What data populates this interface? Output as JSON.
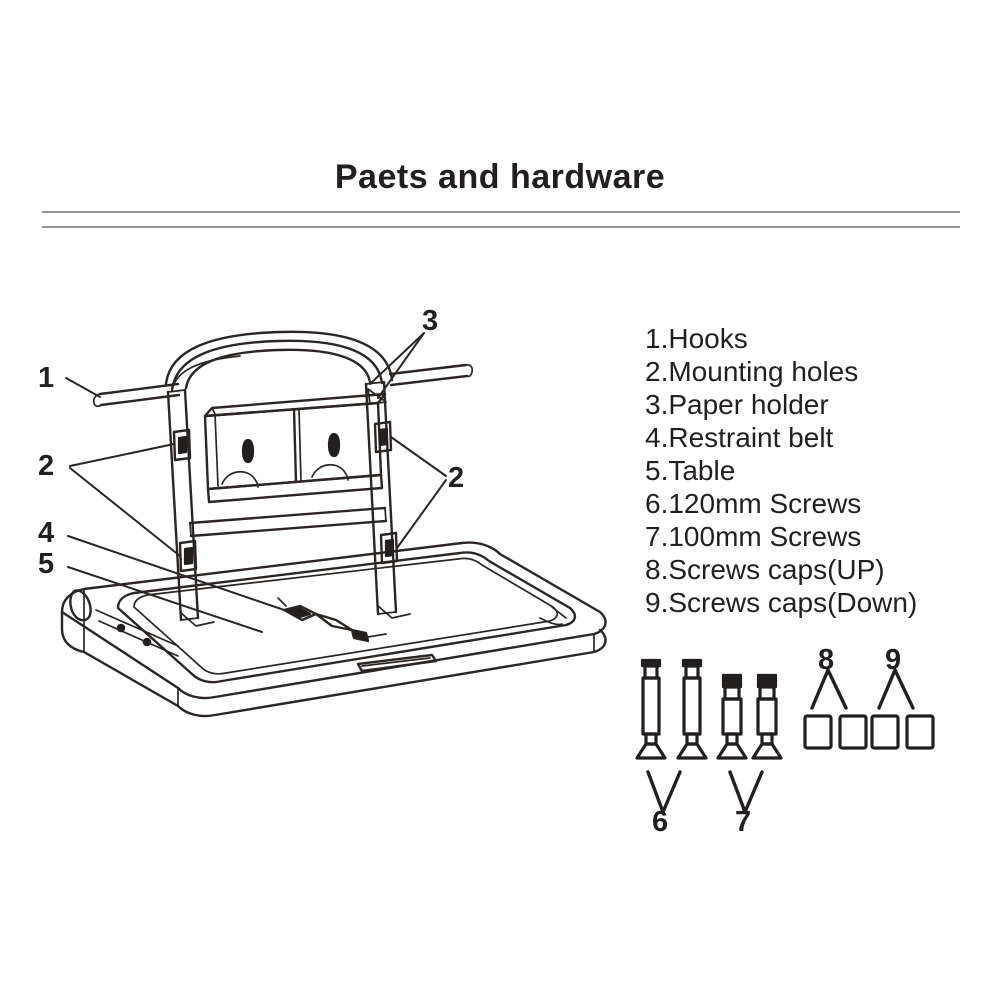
{
  "page": {
    "title": "Paets and hardware",
    "background_color": "#ffffff",
    "ink_color": "#231f1e",
    "rule_color": "#9a9492"
  },
  "legend": {
    "items": [
      {
        "number": "1.",
        "label": "Hooks",
        "text": "1.Hooks"
      },
      {
        "number": "2.",
        "label": "Mounting holes",
        "text": "2.Mounting holes"
      },
      {
        "number": "3.",
        "label": "Paper holder",
        "text": "3.Paper holder"
      },
      {
        "number": "4.",
        "label": "Restraint belt",
        "text": "4.Restraint belt"
      },
      {
        "number": "5.",
        "label": "Table",
        "text": "5.Table"
      },
      {
        "number": "6.",
        "label": "120mm Screws",
        "text": "6.120mm Screws"
      },
      {
        "number": "7.",
        "label": "100mm Screws",
        "text": "7.100mm Screws"
      },
      {
        "number": "8.",
        "label": "Screws caps(UP)",
        "text": "8.Screws caps(UP)"
      },
      {
        "number": "9.",
        "label": "Screws caps(Down)",
        "text": "9.Screws caps(Down)"
      }
    ]
  },
  "callouts": {
    "hooks": "1",
    "mounting_holes_left": "2",
    "mounting_holes_right": "2",
    "paper_holder": "3",
    "restraint_belt": "4",
    "table": "5"
  },
  "hardware": {
    "screws_120mm_label": "6",
    "screws_120mm_count": 2,
    "screws_100mm_label": "7",
    "screws_100mm_count": 2,
    "caps_up_label": "8",
    "caps_up_count": 2,
    "caps_down_label": "9",
    "caps_down_count": 2
  }
}
